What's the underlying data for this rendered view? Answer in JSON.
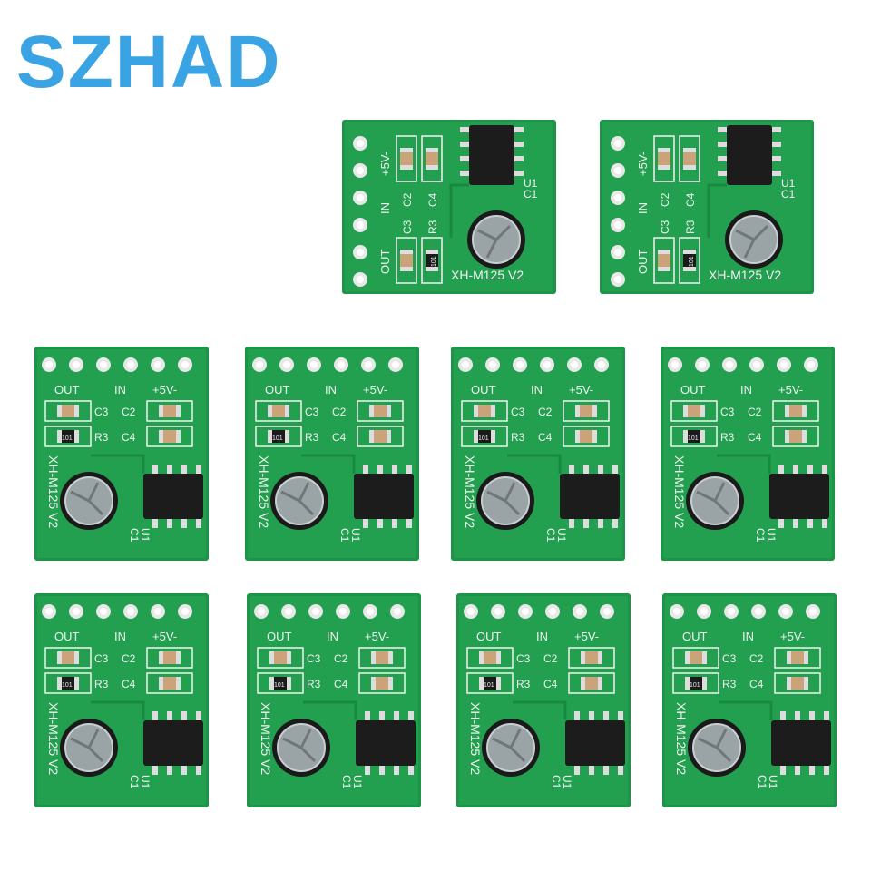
{
  "brand": {
    "text": "SZHAD",
    "color": "#3aa3e3"
  },
  "board": {
    "model": "XH-M125",
    "version": "V2",
    "labels": {
      "out": "OUT",
      "in": "IN",
      "vcc": "+5V-"
    },
    "components": {
      "c1": "C1",
      "c2": "C2",
      "c3": "C3",
      "c4": "C4",
      "r3": "R3",
      "u1": "U1"
    },
    "resistor_code": "101",
    "pcb_color": "#1f9a4a",
    "silk_color": "#f2f2f2"
  },
  "boards_count": 10
}
